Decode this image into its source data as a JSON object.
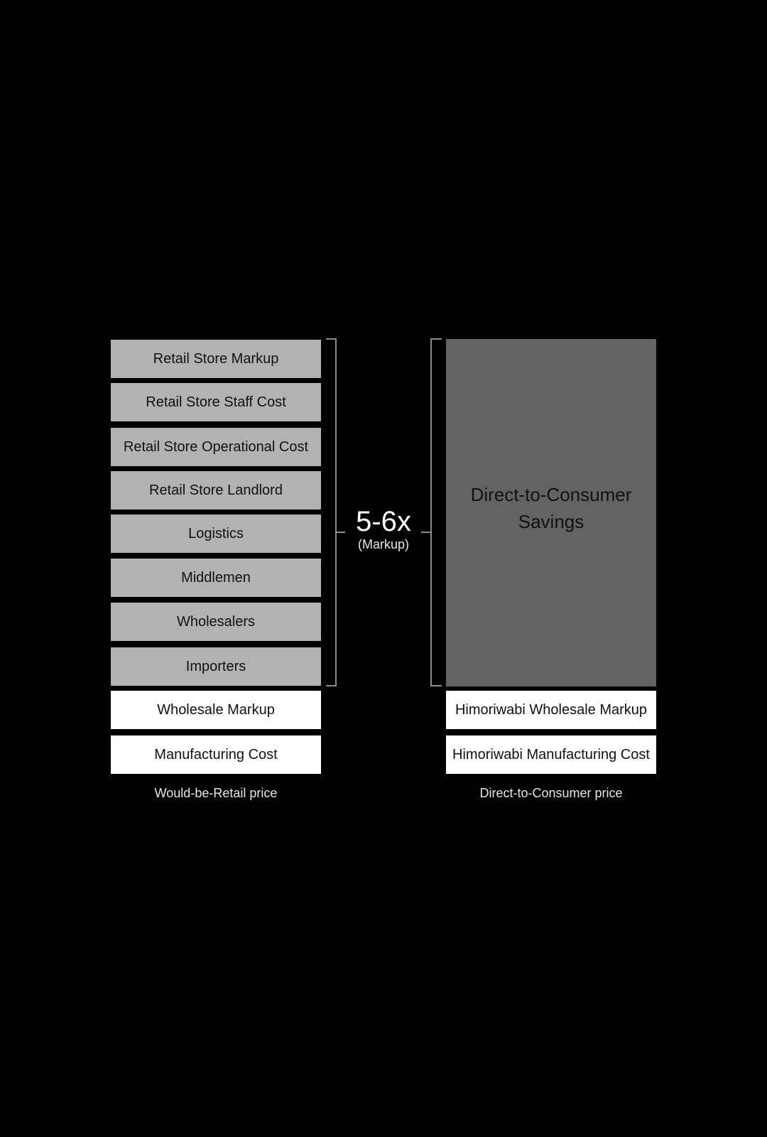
{
  "left_stack": {
    "gray_items": [
      "Retail Store Markup",
      "Retail Store Staff Cost",
      "Retail Store Operational Cost",
      "Retail Store Landlord",
      "Logistics",
      "Middlemen",
      "Wholesalers",
      "Importers"
    ],
    "white_items": [
      "Wholesale Markup",
      "Manufacturing Cost"
    ],
    "caption": "Would-be-Retail price"
  },
  "right_stack": {
    "savings_label": "Direct-to-Consumer\nSavings",
    "white_items": [
      "Himoriwabi Wholesale Markup",
      "Himoriwabi Manufacturing Cost"
    ],
    "caption": "Direct-to-Consumer price"
  },
  "markup": {
    "value": "5-6x",
    "label": "(Markup)"
  },
  "colors": {
    "background": "#000000",
    "gray_block": "#b2b2b2",
    "savings_block": "#636363",
    "white_block": "#ffffff",
    "bracket": "#8c8c8c"
  }
}
